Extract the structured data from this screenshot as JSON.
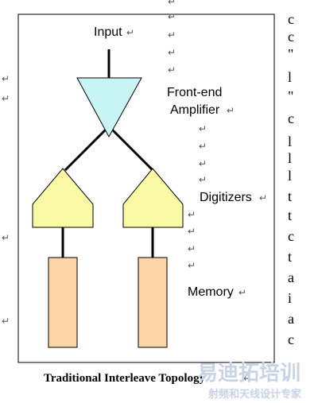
{
  "labels": {
    "input": "Input",
    "amp_line1": "Front-end",
    "amp_line2": "Amplifier",
    "digitizers": "Digitizers",
    "memory": "Memory"
  },
  "caption": "Traditional Interleave Topology",
  "watermark": {
    "line1": "易迪拓培训",
    "line2": "射频和天线设计专家"
  },
  "side_text": [
    "c",
    "c",
    "\"",
    "l",
    "\"",
    "c",
    "l",
    "l",
    "l",
    "t",
    "t",
    "c",
    "t",
    "a",
    "i",
    "a",
    "c"
  ],
  "colors": {
    "amplifier": "#c8f4f6",
    "digitizer": "#fafaa6",
    "memory": "#fdd4a6",
    "stroke": "#000000",
    "watermark": "#c9d3e6"
  }
}
